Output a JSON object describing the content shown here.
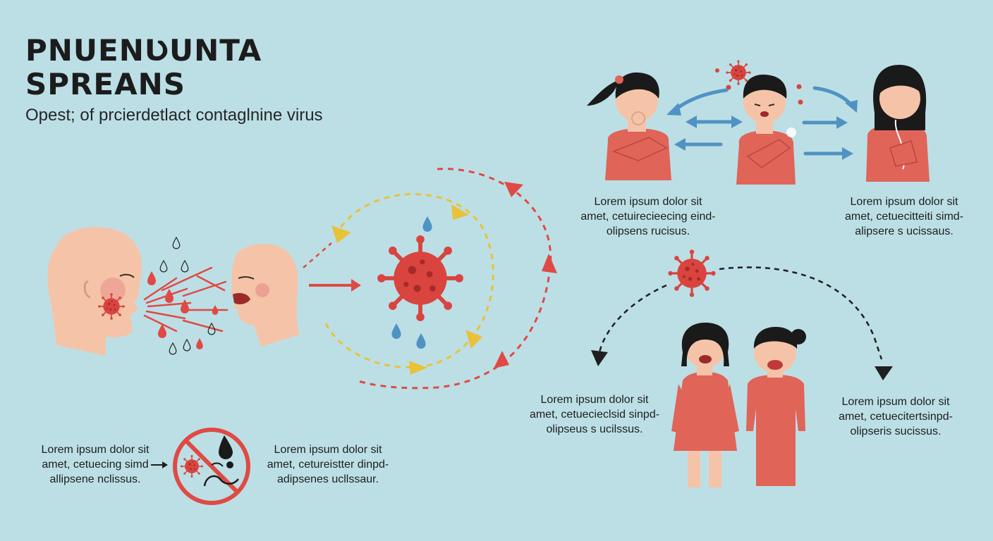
{
  "title": {
    "line1": "PNUENƲUNTA",
    "line2": "SPREANS"
  },
  "subtitle": "Opest; of prcierdetlact contaglnine virus",
  "captions": {
    "top_middle": [
      "Lorem ipsum dolor sit",
      "amet, cetuirecieecing eind-",
      "olipsens rucisus."
    ],
    "top_right": [
      "Lorem ipsum dolor sit",
      "amet, cetuecitteiti simd-",
      "alipsere s ucissaus."
    ],
    "bottom_left": [
      "Lorem ipsum dolor sit",
      "amet, cetuecing simd",
      "allipsene nclissus."
    ],
    "bottom_center": [
      "Lorem ipsum dolor sit",
      "amet, cetureistter dinpd-",
      "adipsenes ucllssaur."
    ],
    "bottom_mid_right": [
      "Lorem ipsum dolor sit",
      "amet, cetuecieclsid sinpd-",
      "olipseus s ucilssus."
    ],
    "bottom_right": [
      "Lorem ipsum dolor sit",
      "amet, cetuecitertsinpd-",
      "olipseris sucissus."
    ]
  },
  "colors": {
    "background": "#bcdfe6",
    "skin": "#f5c4a8",
    "shirt": "#e06458",
    "virus": "#d9443f",
    "arrow_red": "#e04a44",
    "arrow_yellow": "#e8c23a",
    "arrow_blue": "#4f93c2",
    "arrow_dark": "#1f1f1f",
    "hair": "#1a1a1a"
  },
  "icons": [
    "virus-icon",
    "droplet-icon",
    "no-sign-icon",
    "arrow-icon"
  ]
}
